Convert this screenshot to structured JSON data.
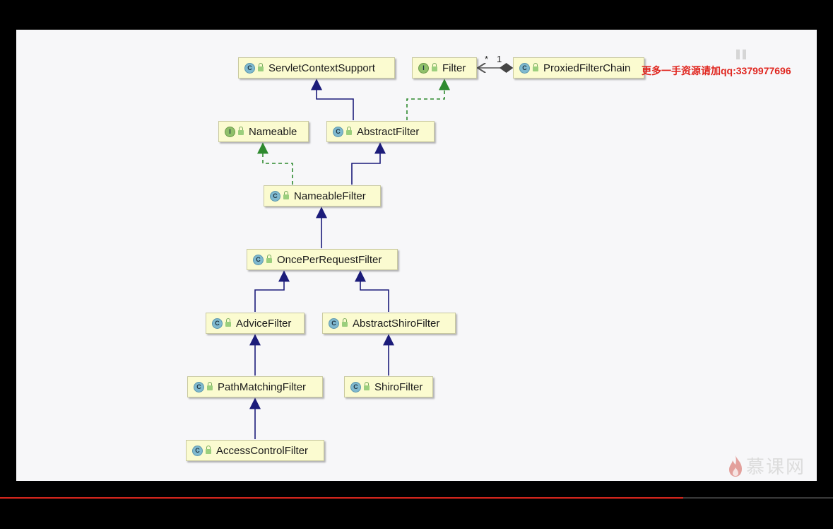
{
  "diagram": {
    "nodes": {
      "servlet_context_support": {
        "kind": "C",
        "label": "ServletContextSupport"
      },
      "filter": {
        "kind": "I",
        "label": "Filter"
      },
      "proxied_filter_chain": {
        "kind": "C",
        "label": "ProxiedFilterChain"
      },
      "nameable": {
        "kind": "I",
        "label": "Nameable"
      },
      "abstract_filter": {
        "kind": "C",
        "label": "AbstractFilter"
      },
      "nameable_filter": {
        "kind": "C",
        "label": "NameableFilter"
      },
      "once_per_request_filter": {
        "kind": "C",
        "label": "OncePerRequestFilter"
      },
      "advice_filter": {
        "kind": "C",
        "label": "AdviceFilter"
      },
      "abstract_shiro_filter": {
        "kind": "C",
        "label": "AbstractShiroFilter"
      },
      "path_matching_filter": {
        "kind": "C",
        "label": "PathMatchingFilter"
      },
      "shiro_filter": {
        "kind": "C",
        "label": "ShiroFilter"
      },
      "access_control_filter": {
        "kind": "C",
        "label": "AccessControlFilter"
      }
    },
    "edges": [
      {
        "from": "abstract_filter",
        "to": "servlet_context_support",
        "type": "extends"
      },
      {
        "from": "abstract_filter",
        "to": "filter",
        "type": "implements"
      },
      {
        "from": "nameable_filter",
        "to": "nameable",
        "type": "implements"
      },
      {
        "from": "nameable_filter",
        "to": "abstract_filter",
        "type": "extends"
      },
      {
        "from": "once_per_request_filter",
        "to": "nameable_filter",
        "type": "extends"
      },
      {
        "from": "advice_filter",
        "to": "once_per_request_filter",
        "type": "extends"
      },
      {
        "from": "abstract_shiro_filter",
        "to": "once_per_request_filter",
        "type": "extends"
      },
      {
        "from": "path_matching_filter",
        "to": "advice_filter",
        "type": "extends"
      },
      {
        "from": "shiro_filter",
        "to": "abstract_shiro_filter",
        "type": "extends"
      },
      {
        "from": "access_control_filter",
        "to": "path_matching_filter",
        "type": "extends"
      },
      {
        "from": "proxied_filter_chain",
        "to": "filter",
        "type": "aggregation"
      }
    ],
    "multiplicity": {
      "near_filter": "*",
      "near_chain": "1"
    },
    "colors": {
      "extends": "#1c1c7a",
      "implements": "#2f8a2f",
      "aggregation": "#555555"
    }
  },
  "overlay": {
    "watermark_prefix": "更多一手资源请加",
    "watermark_qq": "qq:3379977696",
    "logo_text": "慕课网",
    "progress_fraction": 0.82
  }
}
